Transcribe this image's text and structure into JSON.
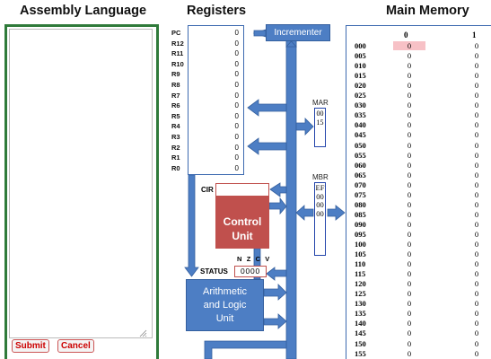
{
  "titles": {
    "assembly": "Assembly Language",
    "registers": "Registers",
    "memory": "Main Memory"
  },
  "editor": {
    "code": "",
    "submit_label": "Submit",
    "cancel_label": "Cancel"
  },
  "registers": [
    {
      "name": "PC",
      "value": "0"
    },
    {
      "name": "R12",
      "value": "0"
    },
    {
      "name": "R11",
      "value": "0"
    },
    {
      "name": "R10",
      "value": "0"
    },
    {
      "name": "R9",
      "value": "0"
    },
    {
      "name": "R8",
      "value": "0"
    },
    {
      "name": "R7",
      "value": "0"
    },
    {
      "name": "R6",
      "value": "0"
    },
    {
      "name": "R5",
      "value": "0"
    },
    {
      "name": "R4",
      "value": "0"
    },
    {
      "name": "R3",
      "value": "0"
    },
    {
      "name": "R2",
      "value": "0"
    },
    {
      "name": "R1",
      "value": "0"
    },
    {
      "name": "R0",
      "value": "0"
    }
  ],
  "incrementer": "Incrementer",
  "cir": {
    "label": "CIR",
    "value": ""
  },
  "control_unit": {
    "line1": "Control",
    "line2": "Unit"
  },
  "status": {
    "flags": "N Z C V",
    "label": "STATUS",
    "value": "0000"
  },
  "alu": {
    "line1": "Arithmetic",
    "line2": "and Logic",
    "line3": "Unit"
  },
  "mar": {
    "label": "MAR",
    "value": "0015"
  },
  "mbr": {
    "label": "MBR",
    "value": "EF000000"
  },
  "memory": {
    "columns": [
      "0",
      "1"
    ],
    "rows": [
      {
        "addr": "000",
        "c0": "0",
        "c1": "0"
      },
      {
        "addr": "005",
        "c0": "0",
        "c1": "0"
      },
      {
        "addr": "010",
        "c0": "0",
        "c1": "0"
      },
      {
        "addr": "015",
        "c0": "0",
        "c1": "0"
      },
      {
        "addr": "020",
        "c0": "0",
        "c1": "0"
      },
      {
        "addr": "025",
        "c0": "0",
        "c1": "0"
      },
      {
        "addr": "030",
        "c0": "0",
        "c1": "0"
      },
      {
        "addr": "035",
        "c0": "0",
        "c1": "0"
      },
      {
        "addr": "040",
        "c0": "0",
        "c1": "0"
      },
      {
        "addr": "045",
        "c0": "0",
        "c1": "0"
      },
      {
        "addr": "050",
        "c0": "0",
        "c1": "0"
      },
      {
        "addr": "055",
        "c0": "0",
        "c1": "0"
      },
      {
        "addr": "060",
        "c0": "0",
        "c1": "0"
      },
      {
        "addr": "065",
        "c0": "0",
        "c1": "0"
      },
      {
        "addr": "070",
        "c0": "0",
        "c1": "0"
      },
      {
        "addr": "075",
        "c0": "0",
        "c1": "0"
      },
      {
        "addr": "080",
        "c0": "0",
        "c1": "0"
      },
      {
        "addr": "085",
        "c0": "0",
        "c1": "0"
      },
      {
        "addr": "090",
        "c0": "0",
        "c1": "0"
      },
      {
        "addr": "095",
        "c0": "0",
        "c1": "0"
      },
      {
        "addr": "100",
        "c0": "0",
        "c1": "0"
      },
      {
        "addr": "105",
        "c0": "0",
        "c1": "0"
      },
      {
        "addr": "110",
        "c0": "0",
        "c1": "0"
      },
      {
        "addr": "115",
        "c0": "0",
        "c1": "0"
      },
      {
        "addr": "120",
        "c0": "0",
        "c1": "0"
      },
      {
        "addr": "125",
        "c0": "0",
        "c1": "0"
      },
      {
        "addr": "130",
        "c0": "0",
        "c1": "0"
      },
      {
        "addr": "135",
        "c0": "0",
        "c1": "0"
      },
      {
        "addr": "140",
        "c0": "0",
        "c1": "0"
      },
      {
        "addr": "145",
        "c0": "0",
        "c1": "0"
      },
      {
        "addr": "150",
        "c0": "0",
        "c1": "0"
      },
      {
        "addr": "155",
        "c0": "0",
        "c1": "0"
      }
    ]
  },
  "colors": {
    "bus": "#4d7ec4",
    "bus_stroke": "#345f9e",
    "control_unit": "#c0504d",
    "editor_border": "#2f7a3a",
    "highlight": "#f7c1c6",
    "button_text": "#cc0000"
  }
}
